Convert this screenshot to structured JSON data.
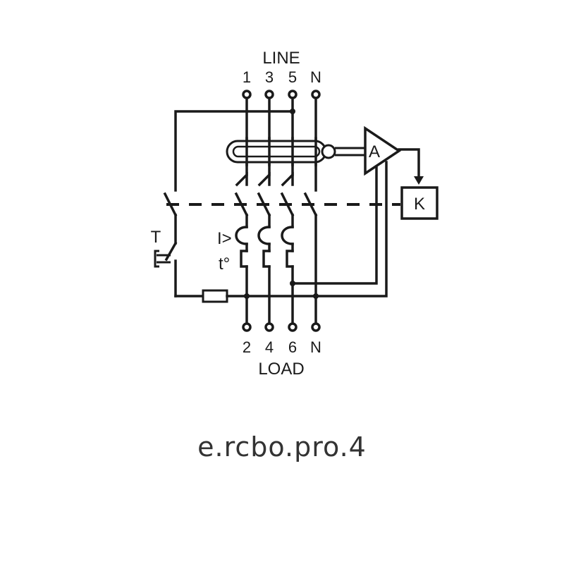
{
  "diagram": {
    "line_label": "LINE",
    "load_label": "LOAD",
    "line_terminals": [
      "1",
      "3",
      "5",
      "N"
    ],
    "load_terminals": [
      "2",
      "4",
      "6",
      "N"
    ],
    "test_button_label": "T",
    "overcurrent_label": "I>",
    "thermal_label": "t°",
    "amplifier_label": "A",
    "trip_relay_label": "K"
  },
  "caption": "e.rcbo.pro.4"
}
